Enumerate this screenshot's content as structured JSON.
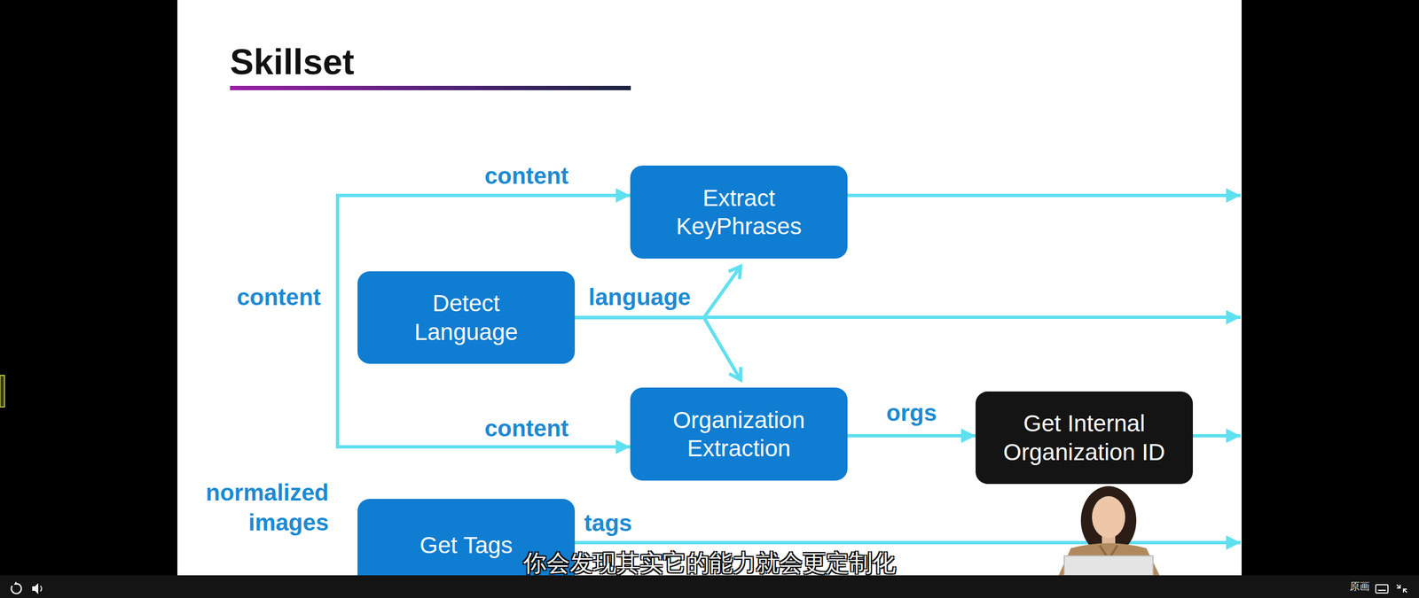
{
  "diagram": {
    "title": "Skillset",
    "nodes": [
      {
        "text": [
          "Extract KeyPhrases"
        ]
      },
      {
        "text": [
          "Detect Language"
        ]
      },
      {
        "text": [
          "Organization Extraction"
        ]
      },
      {
        "text": [
          "Get Internal Organization ID"
        ]
      },
      {
        "text": [
          "Get Tags"
        ]
      }
    ],
    "edges": [
      {
        "from": 1,
        "to": 0,
        "arrow": "to"
      },
      {
        "from": 1,
        "to": 2,
        "arrow": "to"
      },
      {
        "from": 2,
        "to": 3,
        "label": "orgs",
        "arrow": "to"
      }
    ],
    "labels": [
      "content",
      "content",
      "language",
      "content",
      "normalized images",
      "tags",
      "你会发现其实它的能力就会更定制化",
      "原画"
    ]
  }
}
